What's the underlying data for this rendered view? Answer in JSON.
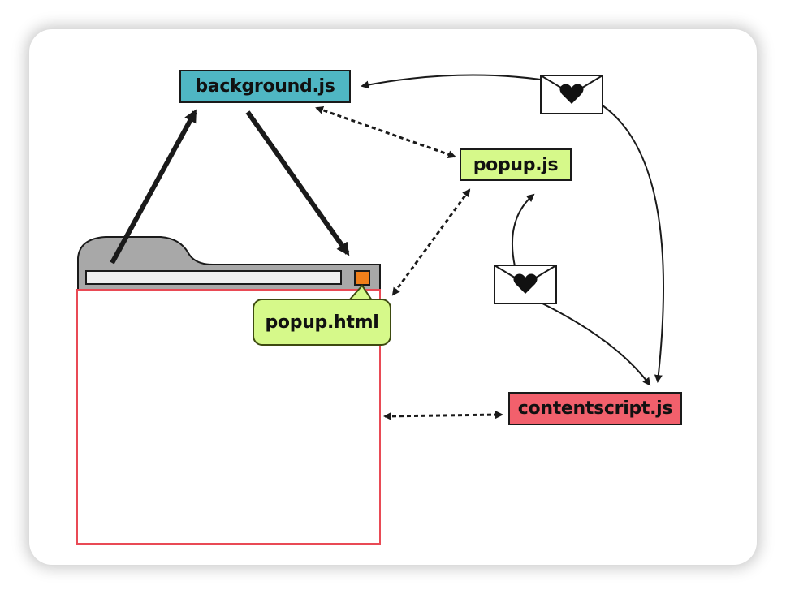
{
  "nodes": {
    "background": {
      "label": "background.js"
    },
    "popup_js": {
      "label": "popup.js"
    },
    "contentscript": {
      "label": "contentscript.js"
    },
    "popup_html": {
      "label": "popup.html"
    }
  },
  "colors": {
    "background_js": "#4fb6c3",
    "popup": "#d6f98a",
    "contentscript": "#f2606c",
    "browser_tab": "#a8a8a8",
    "browser_page_border": "#e94a55",
    "extension_button": "#f07f1a",
    "address_bar": "#eeeeee",
    "line": "#1a1a1a"
  },
  "icons": [
    "envelope-heart-icon",
    "browser-window-icon",
    "extension-button-icon"
  ]
}
